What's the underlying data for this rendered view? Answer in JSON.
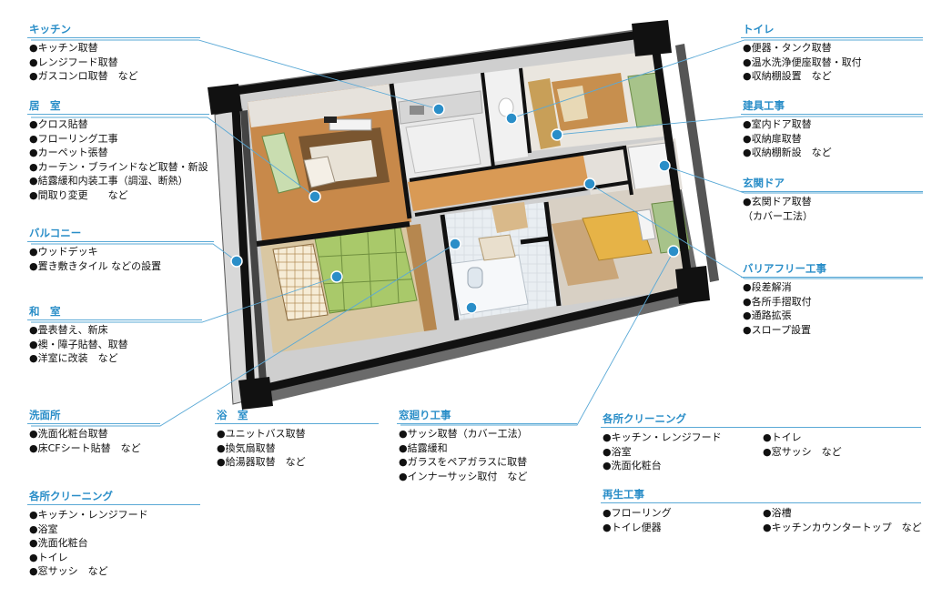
{
  "kitchen": {
    "title": "キッチン",
    "items": [
      "●キッチン取替",
      "●レンジフード取替",
      "●ガスコンロ取替　など"
    ]
  },
  "living": {
    "title": "居　室",
    "items": [
      "●クロス貼替",
      "●フローリング工事",
      "●カーペット張替",
      "●カーテン・ブラインドなど取替・新設",
      "●結露緩和内装工事（調湿、断熱）",
      "●間取り変更　　など"
    ]
  },
  "balcony": {
    "title": "バルコニー",
    "items": [
      "●ウッドデッキ",
      "●置き敷きタイル などの設置"
    ]
  },
  "washitsu": {
    "title": "和　室",
    "items": [
      "●畳表替え、新床",
      "●襖・障子貼替、取替",
      "●洋室に改装　など"
    ]
  },
  "washroom": {
    "title": "洗面所",
    "items": [
      "●洗面化粧台取替",
      "●床CFシート貼替　など"
    ]
  },
  "cleaning_left": {
    "title": "各所クリーニング",
    "items": [
      "●キッチン・レンジフード",
      "●浴室",
      "●洗面化粧台",
      "●トイレ",
      "●窓サッシ　など"
    ]
  },
  "bath": {
    "title": "浴　室",
    "items": [
      "●ユニットバス取替",
      "●換気扇取替",
      "●給湯器取替　など"
    ]
  },
  "window": {
    "title": "窓廻り工事",
    "items": [
      "●サッシ取替（カバー工法）",
      "●結露緩和",
      "●ガラスをペアガラスに取替",
      "●インナーサッシ取付　など"
    ]
  },
  "toilet": {
    "title": "トイレ",
    "items": [
      "●便器・タンク取替",
      "●温水洗浄便座取替・取付",
      "●収納棚設置　など"
    ]
  },
  "fittings": {
    "title": "建具工事",
    "items": [
      "●室内ドア取替",
      "●収納扉取替",
      "●収納棚新設　など"
    ]
  },
  "entrance": {
    "title": "玄関ドア",
    "items": [
      "●玄関ドア取替",
      "（カバー工法）"
    ]
  },
  "barrierfree": {
    "title": "バリアフリー工事",
    "items": [
      "●段差解消",
      "●各所手摺取付",
      "●通路拡張",
      "●スロープ設置"
    ]
  },
  "cleaning_right": {
    "title": "各所クリーニング",
    "col1": [
      "●キッチン・レンジフード",
      "●浴室",
      "●洗面化粧台"
    ],
    "col2": [
      "●トイレ",
      "●窓サッシ　など"
    ]
  },
  "regen": {
    "title": "再生工事",
    "col1": [
      "●フローリング",
      "●トイレ便器"
    ],
    "col2": [
      "●浴槽",
      "●キッチンカウンタートップ　など"
    ]
  },
  "colors": {
    "accent": "#2a8ec8",
    "rule": "#5aa9d6",
    "wall": "#111111",
    "floor_wood": "#c8894a",
    "tatami": "#a9c96a"
  }
}
